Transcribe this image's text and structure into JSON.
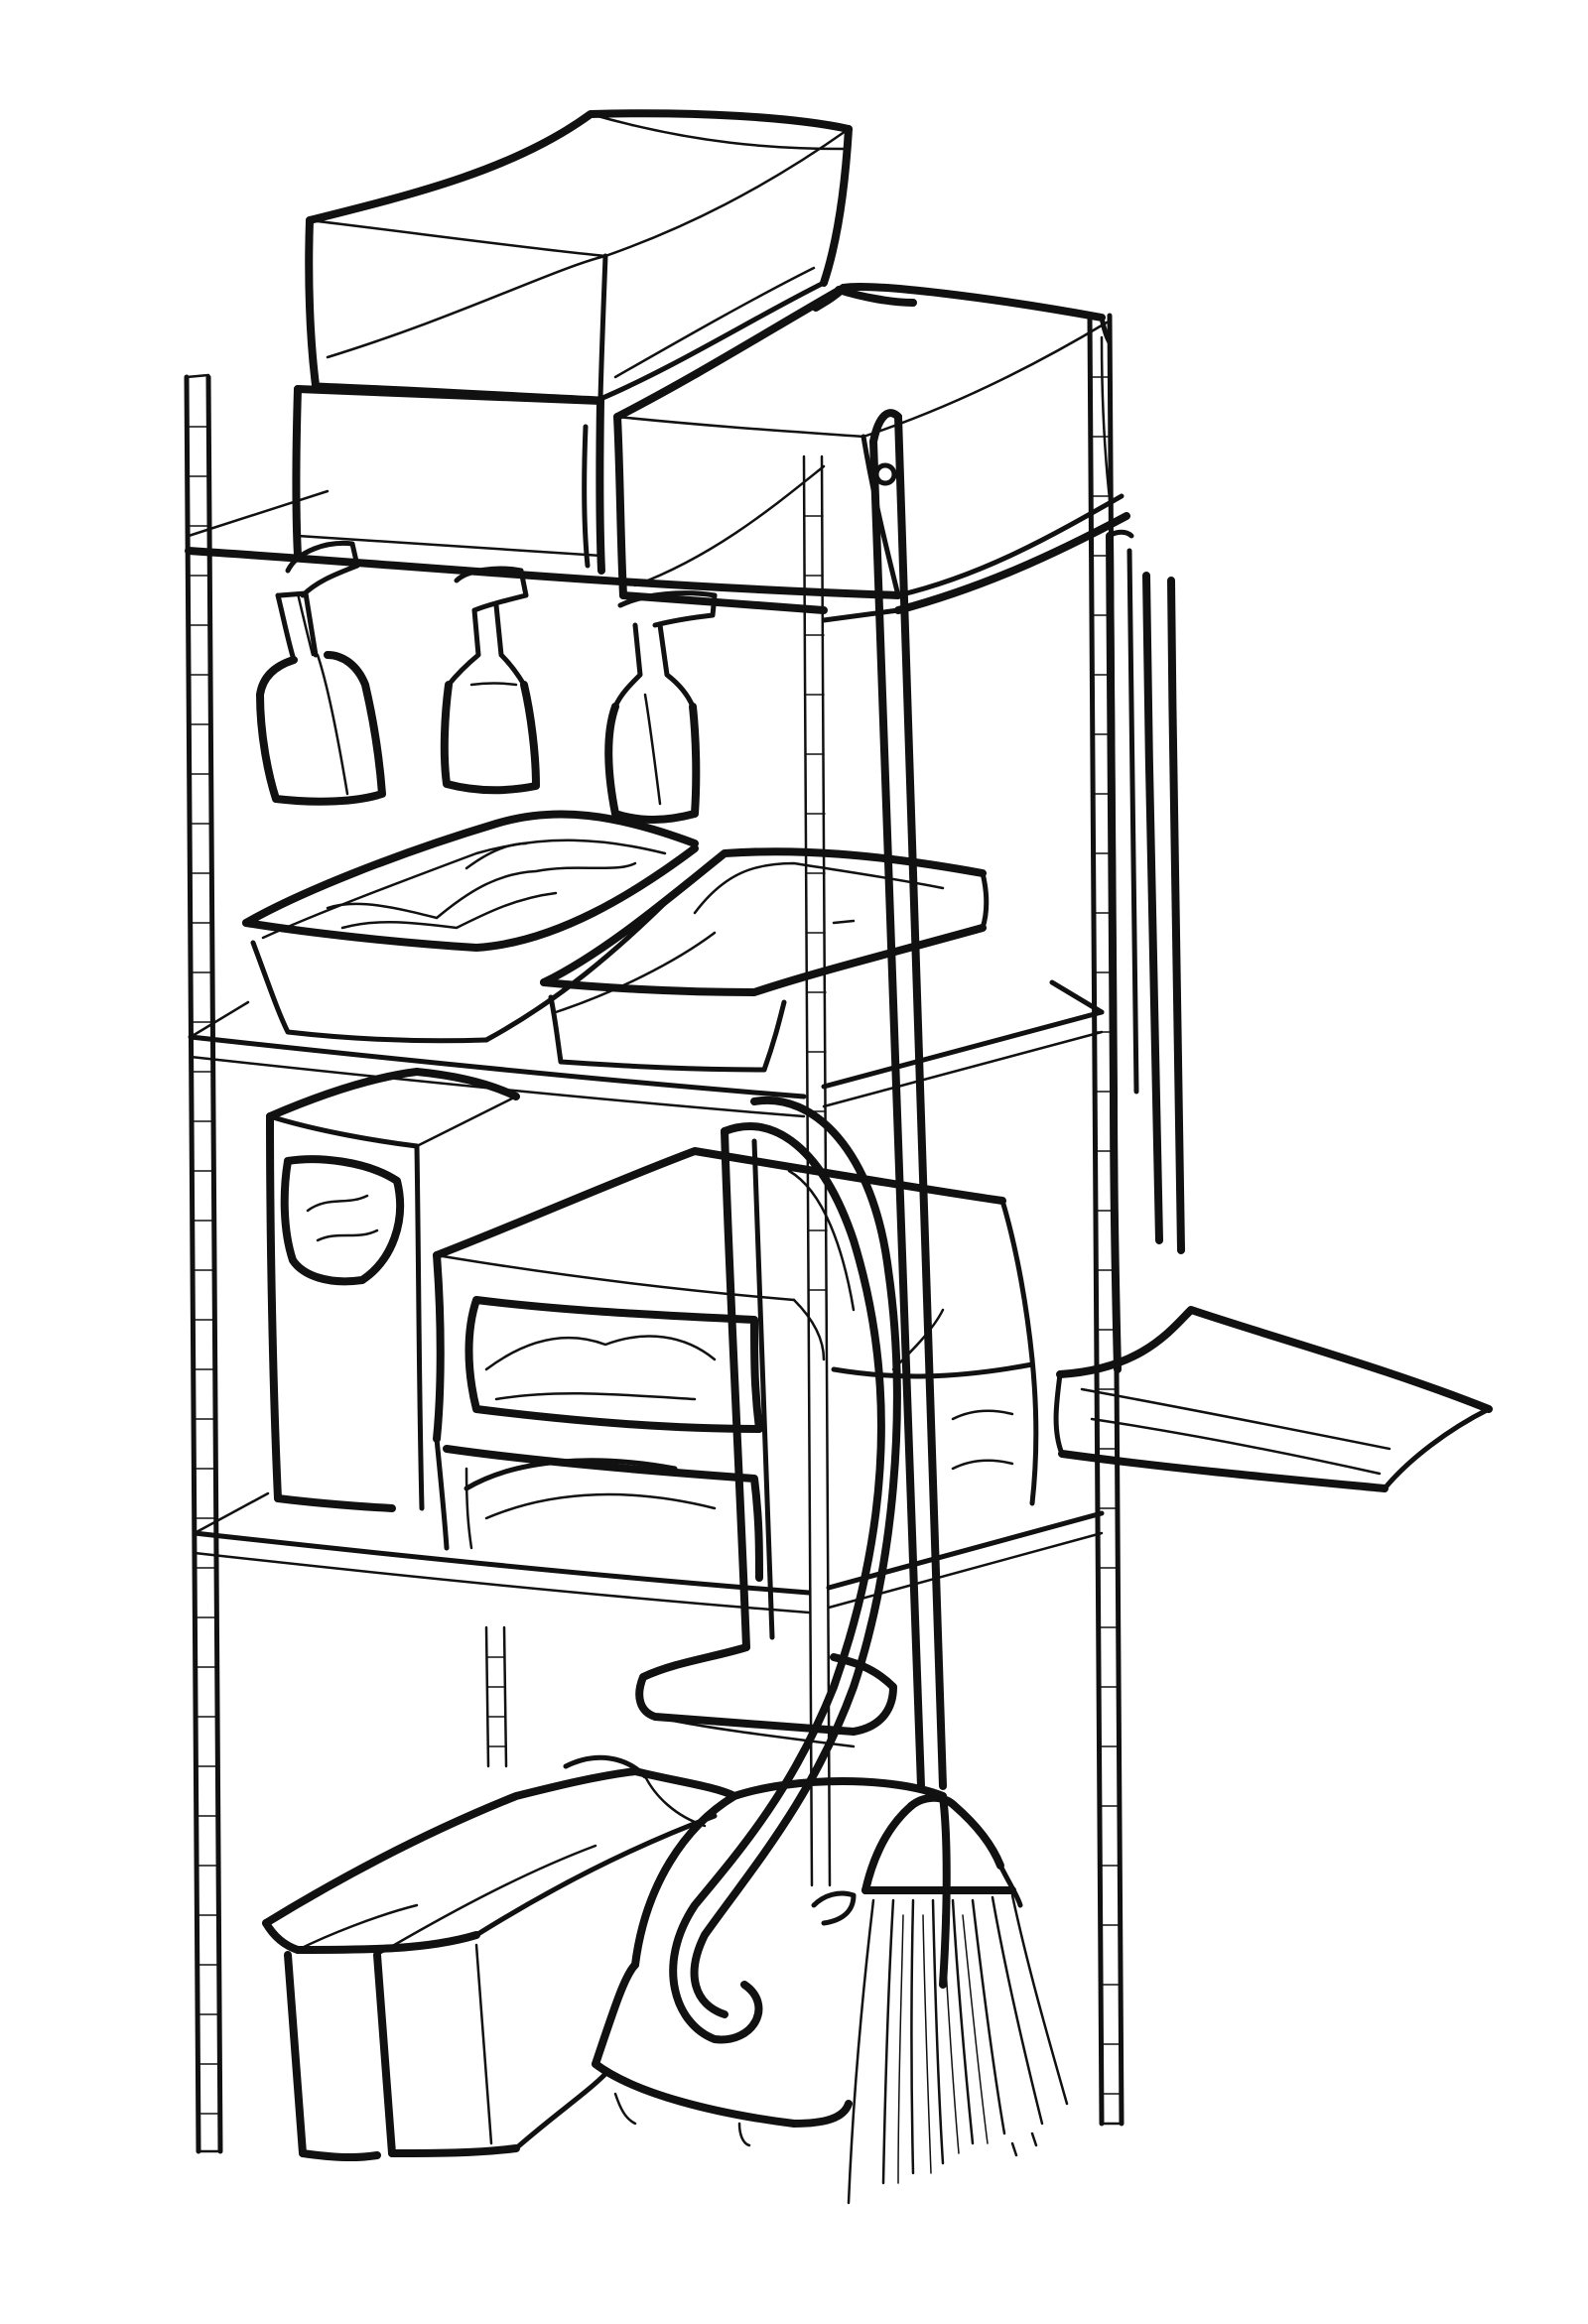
{
  "illustration": {
    "subject": "storage-shelf-sketch",
    "style": "black ink line drawing",
    "colors": {
      "ink": "#111111",
      "paper": "#ffffff"
    },
    "objects": [
      "wire-shelving-unit",
      "stacked-boxes",
      "spray-bottles",
      "trays",
      "vacuum-cleaner",
      "dustpan",
      "broom",
      "storage-bin"
    ]
  }
}
